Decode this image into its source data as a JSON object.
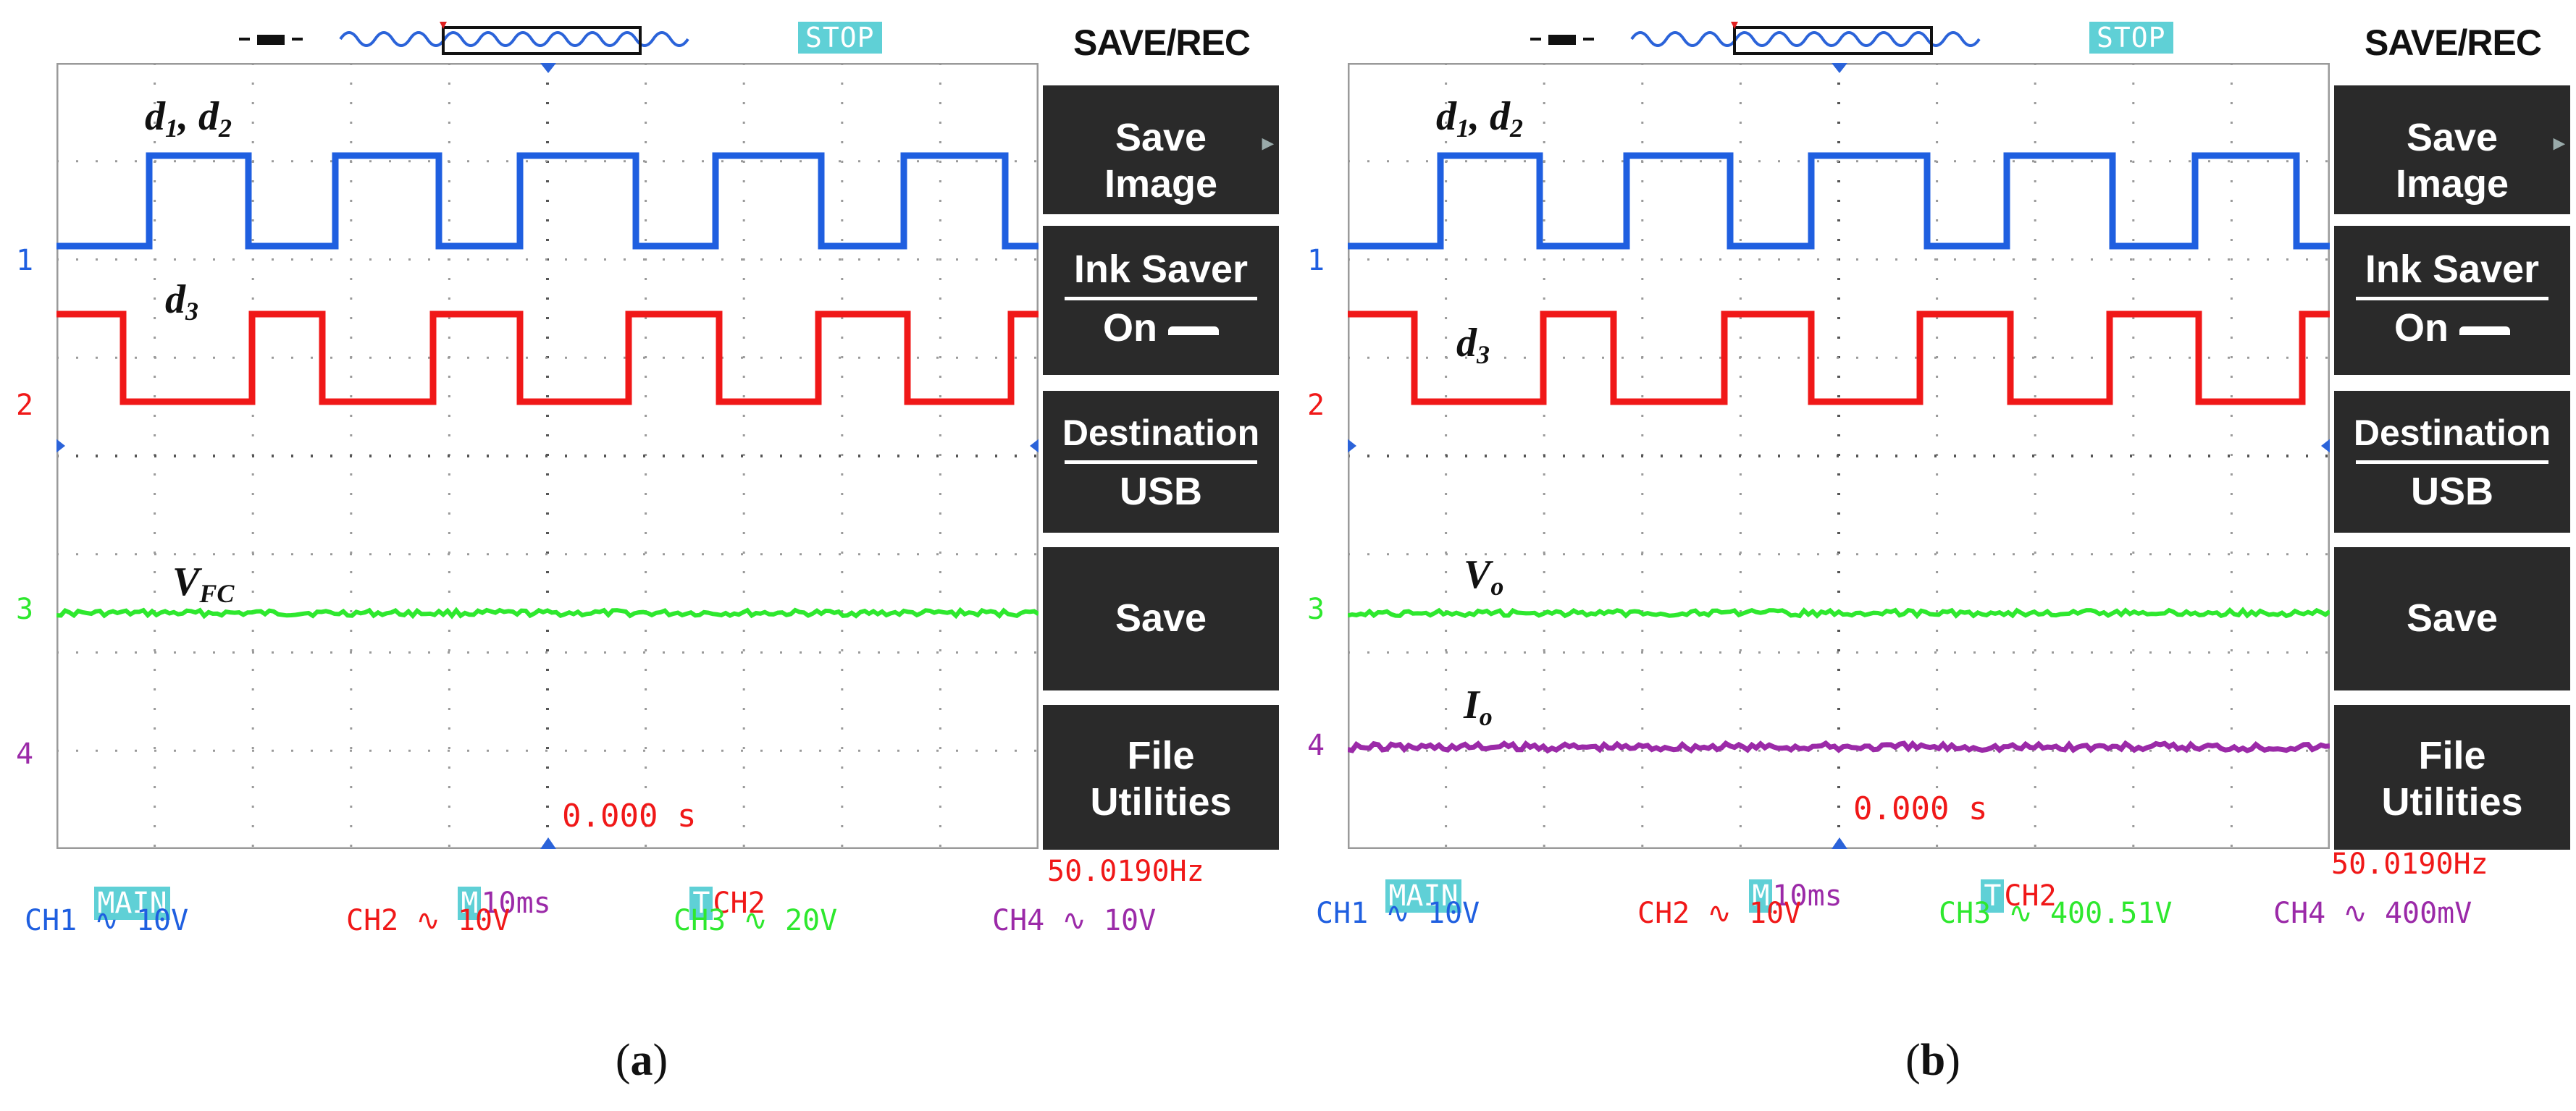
{
  "panels": [
    {
      "caption_letter": "a",
      "status": "STOP",
      "menu": {
        "title": "SAVE/REC",
        "save_image": [
          "Save",
          "Image"
        ],
        "ink_saver": {
          "label": "Ink Saver",
          "value": "On"
        },
        "destination": {
          "label": "Destination",
          "value": "USB"
        },
        "save": "Save",
        "file_utilities": [
          "File",
          "Utilities"
        ]
      },
      "channel_markers": [
        "1",
        "2",
        "3",
        "4"
      ],
      "trace_labels": {
        "d12_main": "d",
        "d12_sub1": "1",
        "d12_sep": ", ",
        "d12_d2": "d",
        "d12_sub2": "2",
        "d3_main": "d",
        "d3_sub": "3",
        "ch3_main": "V",
        "ch3_sub": "FC",
        "ch4_main": "",
        "ch4_sub": ""
      },
      "trigger_time": "0.000 s",
      "timebase": {
        "mode": "MAIN",
        "m_badge": "M",
        "value": "10ms",
        "trigger_badge": "T",
        "trigger_source": "CH2",
        "frequency": "50.0190Hz"
      },
      "channels": [
        {
          "name": "CH1",
          "scale": "10V",
          "color": "#1f5fe0"
        },
        {
          "name": "CH2",
          "scale": "10V",
          "color": "#f01818"
        },
        {
          "name": "CH3",
          "scale": "20V",
          "color": "#2ee82e"
        },
        {
          "name": "CH4",
          "scale": "10V",
          "color": "#9b2aa8"
        }
      ],
      "show_ch4_trace": false
    },
    {
      "caption_letter": "b",
      "status": "STOP",
      "menu": {
        "title": "SAVE/REC",
        "save_image": [
          "Save",
          "Image"
        ],
        "ink_saver": {
          "label": "Ink Saver",
          "value": "On"
        },
        "destination": {
          "label": "Destination",
          "value": "USB"
        },
        "save": "Save",
        "file_utilities": [
          "File",
          "Utilities"
        ]
      },
      "channel_markers": [
        "1",
        "2",
        "3",
        "4"
      ],
      "trace_labels": {
        "d12_main": "d",
        "d12_sub1": "1",
        "d12_sep": ", ",
        "d12_d2": "d",
        "d12_sub2": "2",
        "d3_main": "d",
        "d3_sub": "3",
        "ch3_main": "V",
        "ch3_sub": "o",
        "ch4_main": "I",
        "ch4_sub": "o"
      },
      "trigger_time": "0.000 s",
      "timebase": {
        "mode": "MAIN",
        "m_badge": "M",
        "value": "10ms",
        "trigger_badge": "T",
        "trigger_source": "CH2",
        "frequency": "50.0190Hz"
      },
      "channels": [
        {
          "name": "CH1",
          "scale": "10V",
          "color": "#1f5fe0"
        },
        {
          "name": "CH2",
          "scale": "10V",
          "color": "#f01818"
        },
        {
          "name": "CH3",
          "scale": "400.51V",
          "color": "#2ee82e"
        },
        {
          "name": "CH4",
          "scale": "400mV",
          "color": "#9b2aa8"
        }
      ],
      "show_ch4_trace": true
    }
  ]
}
